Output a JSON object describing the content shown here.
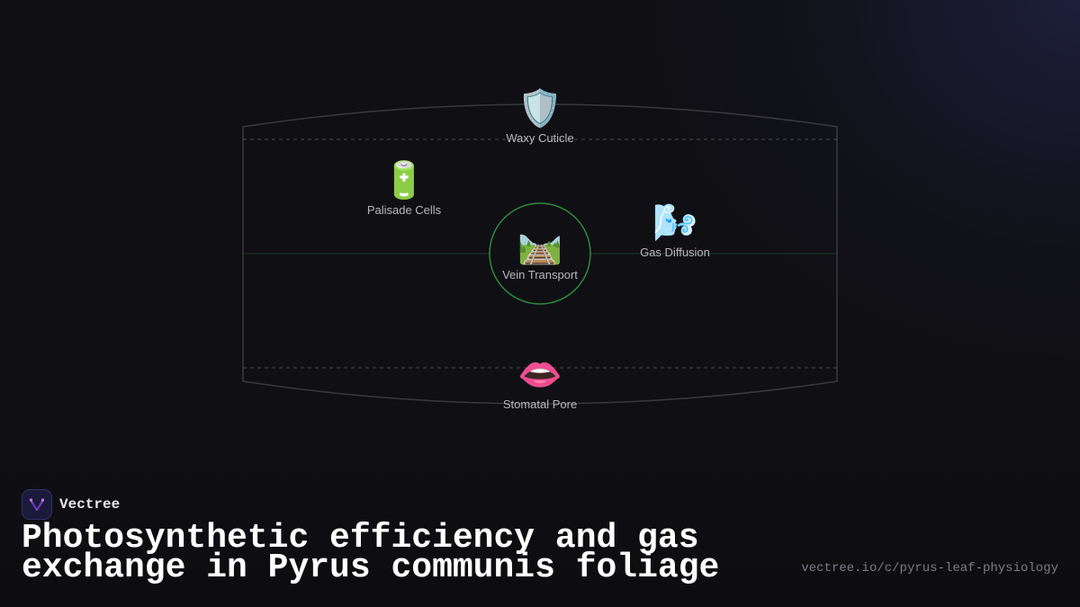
{
  "diagram": {
    "nodes": [
      {
        "id": "cuticle",
        "emoji": "🛡️",
        "label": "Waxy Cuticle",
        "icon": "shield-icon"
      },
      {
        "id": "palisade",
        "emoji": "🔋",
        "label": "Palisade Cells",
        "icon": "battery-icon"
      },
      {
        "id": "vein",
        "emoji": "🛤️",
        "label": "Vein Transport",
        "icon": "railway-track-icon"
      },
      {
        "id": "gas",
        "emoji": "🌬️",
        "label": "Gas Diffusion",
        "icon": "wind-face-icon"
      },
      {
        "id": "stoma",
        "emoji": "👄",
        "label": "Stomatal Pore",
        "icon": "mouth-icon"
      }
    ],
    "colors": {
      "outline": "#3a3a3e",
      "dashed": "#4a4a50",
      "midline": "#1f3a26",
      "vein_circle": "#2e8b3a"
    }
  },
  "brand": {
    "name": "Vectree",
    "logo_color": "#8b4fd6"
  },
  "title": "Photosynthetic efficiency and gas exchange in Pyrus communis foliage",
  "url": "vectree.io/c/pyrus-leaf-physiology"
}
